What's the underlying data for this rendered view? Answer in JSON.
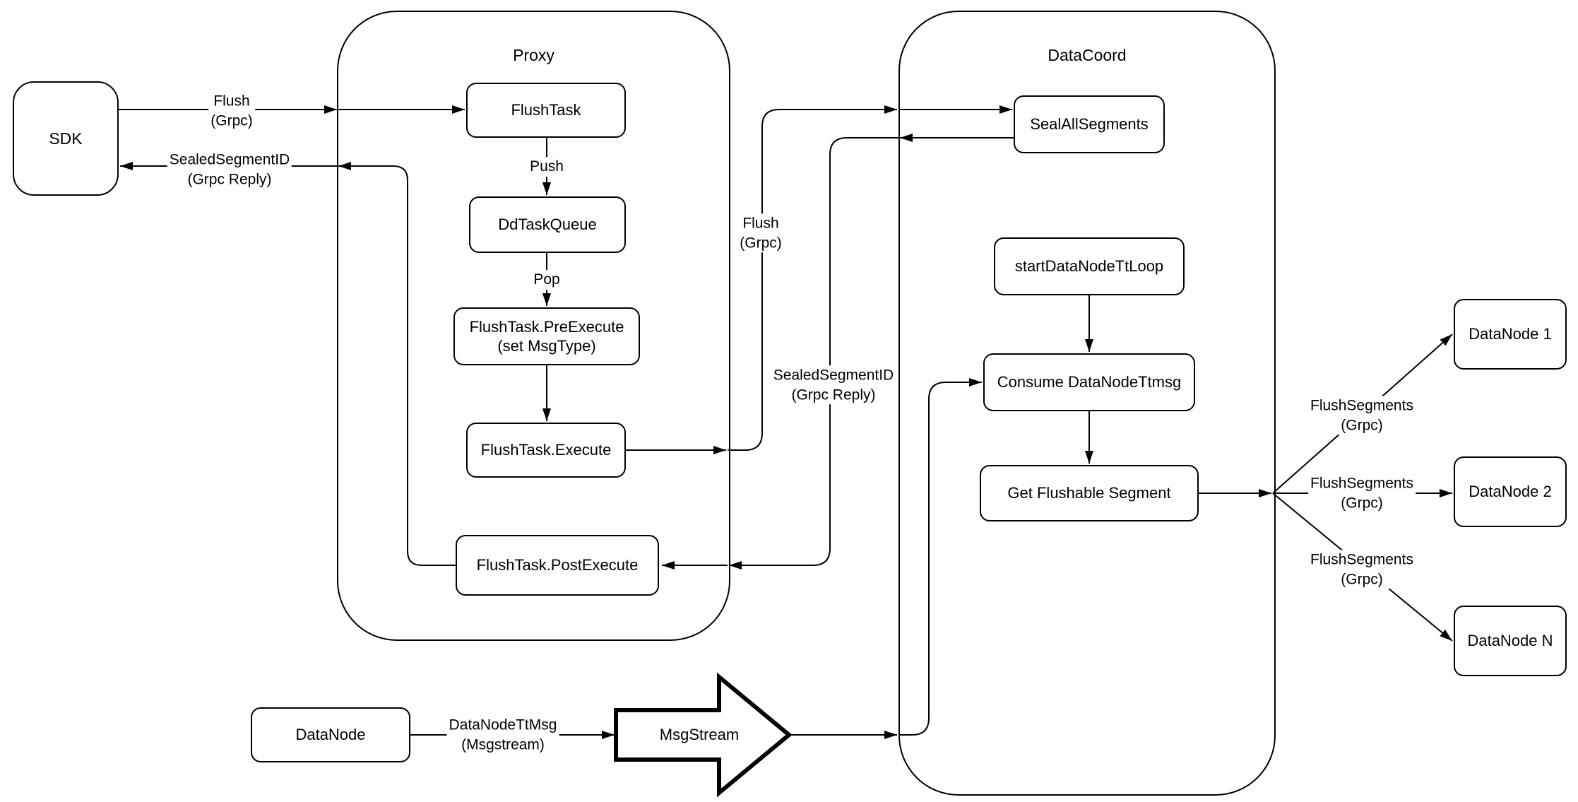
{
  "colors": {
    "background": "#ffffff",
    "line": "#000000",
    "text": "#000000"
  },
  "containers": {
    "proxy": "Proxy",
    "datacoord": "DataCoord"
  },
  "nodes": {
    "sdk": "SDK",
    "flush_task": "FlushTask",
    "dd_task_queue": "DdTaskQueue",
    "pre_execute": [
      "FlushTask.PreExecute",
      "(set MsgType)"
    ],
    "execute": "FlushTask.Execute",
    "post_execute": "FlushTask.PostExecute",
    "seal_all_segments": "SealAllSegments",
    "start_data_node_tt_loop": "startDataNodeTtLoop",
    "consume_data_node_ttmsg": "Consume DataNodeTtmsg",
    "get_flushable_segment": "Get Flushable Segment",
    "datanode_1": "DataNode 1",
    "datanode_2": "DataNode 2",
    "datanode_n": "DataNode N",
    "datanode": "DataNode",
    "msgstream": "MsgStream"
  },
  "edge_labels": {
    "flush_grpc_sdk": [
      "Flush",
      "(Grpc)"
    ],
    "sealed_segment_id_sdk": [
      "SealedSegmentID",
      "(Grpc Reply)"
    ],
    "push": "Push",
    "pop": "Pop",
    "flush_grpc_mid": [
      "Flush",
      "(Grpc)"
    ],
    "sealed_segment_id_mid": [
      "SealedSegmentID",
      "(Grpc Reply)"
    ],
    "flush_segments_1": [
      "FlushSegments",
      "(Grpc)"
    ],
    "flush_segments_2": [
      "FlushSegments",
      "(Grpc)"
    ],
    "flush_segments_3": [
      "FlushSegments",
      "(Grpc)"
    ],
    "datanode_ttmsg": [
      "DataNodeTtMsg",
      "(Msgstream)"
    ]
  }
}
